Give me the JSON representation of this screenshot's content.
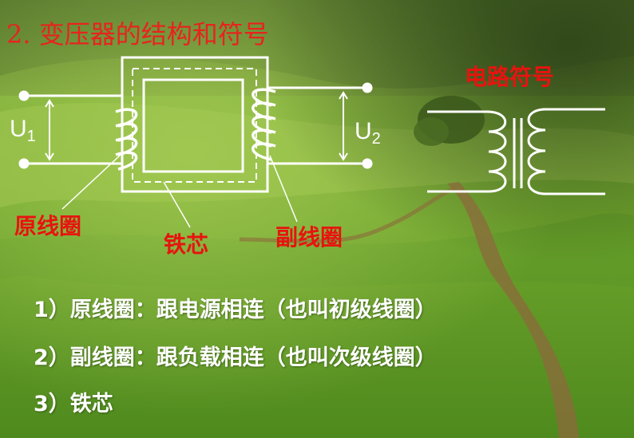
{
  "slide": {
    "title": "2. 变压器的结构和符号",
    "symbol_title": "电路符号",
    "labels": {
      "primary_coil": "原线圈",
      "core": "铁芯",
      "secondary_coil": "副线圈"
    },
    "voltages": {
      "u1_letter": "U",
      "u1_sub": "1",
      "u2_letter": "U",
      "u2_sub": "2"
    },
    "items": [
      "1）原线圈：跟电源相连（也叫初级线圈）",
      "2）副线圈：跟负载相连（也叫次级线圈）",
      "3）铁芯"
    ]
  },
  "colors": {
    "title_red": "#e8231e",
    "label_red": "#e8130f",
    "line_white": "#ffffff",
    "field_green": "#5f9a2a"
  }
}
